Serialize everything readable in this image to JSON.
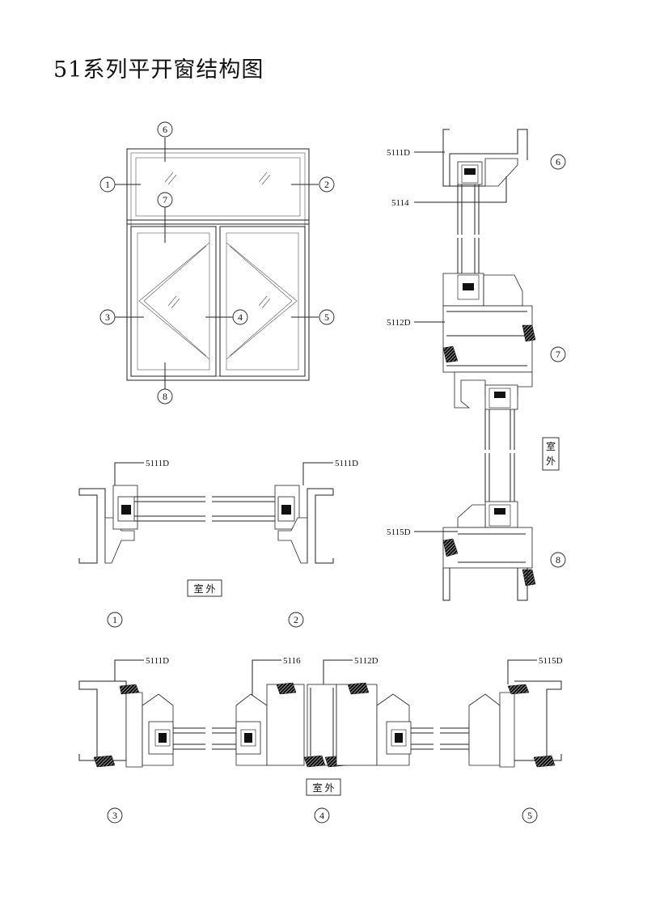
{
  "title": "51系列平开窗结构图",
  "elevation": {
    "markers": [
      "6",
      "1",
      "2",
      "7",
      "3",
      "4",
      "5",
      "8"
    ]
  },
  "vertical_section": {
    "marker_top": "6",
    "marker_mid": "7",
    "marker_bottom": "8",
    "labels": {
      "a": "5111D",
      "b": "5114",
      "c": "5112D",
      "d": "5115D"
    },
    "outdoor_line1": "室",
    "outdoor_line2": "外"
  },
  "horizontal_section_12": {
    "label_left": "5111D",
    "label_right": "5111D",
    "outdoor": "室 外",
    "marker_left": "1",
    "marker_right": "2"
  },
  "horizontal_section_345": {
    "label_a": "5111D",
    "label_b": "5116",
    "label_c": "5112D",
    "label_d": "5115D",
    "outdoor": "室 外",
    "marker_a": "3",
    "marker_b": "4",
    "marker_c": "5"
  }
}
